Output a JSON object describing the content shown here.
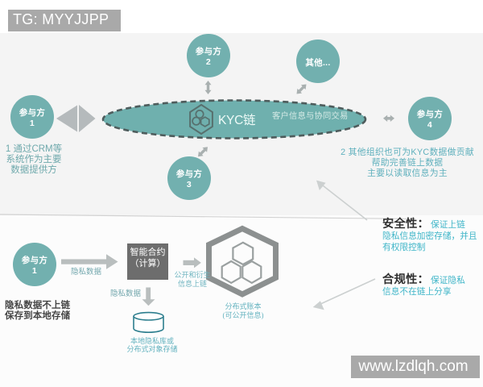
{
  "header": {
    "tag_label": "TG: MYYJJPP"
  },
  "watermark": {
    "url_label": "www.lzdlqh.com"
  },
  "colors": {
    "teal_node": "#72b0af",
    "teal_ellipse": "#6fb0ae",
    "gray_bar": "#a9a9a9",
    "dark_box": "#6d6d6d",
    "cyan_text": "#3eb5c8",
    "teal_text": "#6fa9ac",
    "arrow_gray": "#b9bebe",
    "hex_gray": "#8c9090",
    "db_outline": "#2d7e8e",
    "bg_upper": "#f4f4f4",
    "bg_lower": "#fcfcfc"
  },
  "diagram": {
    "hub": {
      "title": "KYC链",
      "subtitle": "客户信息与协同交易",
      "icon": "hexagon-molecule-icon"
    },
    "participants": {
      "p1": {
        "label": "参与方",
        "number": "1"
      },
      "p2": {
        "label": "参与方",
        "number": "2"
      },
      "p3": {
        "label": "参与方",
        "number": "3"
      },
      "p4": {
        "label": "参与方",
        "number": "4"
      },
      "others": {
        "label": "其他..."
      }
    },
    "note_left": {
      "line1": "1 通过CRM等",
      "line2": "系统作为主要",
      "line3": "数据提供方"
    },
    "note_right": {
      "line1": "2 其他组织也可为KYC数据做贡献",
      "line2": "帮助完善链上数据",
      "line3": "主要以读取信息为主"
    }
  },
  "flow": {
    "participant": {
      "label": "参与方",
      "number": "1"
    },
    "private_data_label_1": "隐私数据",
    "private_data_label_2": "隐私数据",
    "contract_box": {
      "line1": "智能合约",
      "line2": "（计算）"
    },
    "open_info_label": {
      "line1": "公开和衍生",
      "line2": "信息上链"
    },
    "ledger_label": {
      "line1": "分布式账本",
      "line2": "(可公开信息)"
    },
    "db_label": {
      "line1": "本地隐私库或",
      "line2": "分布式对象存储"
    },
    "local_note": {
      "line1": "隐私数据不上链",
      "line2": "保存到本地存储"
    }
  },
  "callouts": {
    "security": {
      "title": "安全性：",
      "desc_line1": "保证上链",
      "desc_line2": "隐私信息加密存储，并且",
      "desc_line3": "有权限控制"
    },
    "compliance": {
      "title": "合规性：",
      "desc_line1": "保证隐私",
      "desc_line2": "信息不在链上分享"
    }
  }
}
